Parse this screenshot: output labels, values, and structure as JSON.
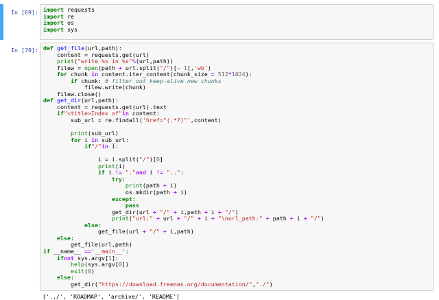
{
  "cells": [
    {
      "prompt": "In [69]:",
      "lines": [
        [
          [
            "kw",
            "import"
          ],
          [
            "",
            "requests"
          ]
        ],
        [
          [
            "kw",
            "import"
          ],
          [
            "",
            "re"
          ]
        ],
        [
          [
            "kw",
            "import"
          ],
          [
            "",
            "os"
          ]
        ],
        [
          [
            "kw",
            "import"
          ],
          [
            "",
            "sys"
          ]
        ]
      ]
    },
    {
      "prompt": "In [70]:",
      "lines": [
        [
          [
            "kw",
            "def"
          ],
          [
            "fn",
            "get_file"
          ],
          [
            "",
            "(url,path):"
          ]
        ],
        [
          [
            "",
            "    content = requests.get(url)"
          ]
        ],
        [
          [
            "",
            "    "
          ],
          [
            "bi",
            "print"
          ],
          [
            "",
            "("
          ],
          [
            "str",
            "\"write %s in %s\""
          ],
          [
            "",
            ""
          ],
          [
            "op",
            "%"
          ],
          [
            "",
            ""
          ],
          [
            "",
            "(url,path))"
          ]
        ],
        [
          [
            "",
            "    filew = "
          ],
          [
            "bi",
            "open"
          ],
          [
            "",
            "(path"
          ],
          [
            "op",
            "+"
          ],
          [
            "",
            "url.split("
          ],
          [
            "str",
            "\"/\""
          ],
          [
            "",
            ")["
          ],
          [
            "op",
            "-"
          ],
          [
            "num",
            "1"
          ],
          [
            "",
            "],"
          ],
          [
            "str",
            "'wb'"
          ],
          [
            "",
            ")"
          ]
        ],
        [
          [
            "",
            "    "
          ],
          [
            "kw",
            "for"
          ],
          [
            "",
            "chunk "
          ],
          [
            "op",
            "in"
          ],
          [
            "",
            "content.iter_content(chunk_size"
          ],
          [
            "op",
            "="
          ],
          [
            "num",
            "512"
          ],
          [
            "",
            ""
          ],
          [
            "op",
            "*"
          ],
          [
            "",
            ""
          ],
          [
            "num",
            "1024"
          ],
          [
            "",
            "):"
          ]
        ],
        [
          [
            "",
            "        "
          ],
          [
            "kw",
            "if"
          ],
          [
            "",
            "chunk: "
          ],
          [
            "cm",
            "# filter out keep-alive new chunks"
          ]
        ],
        [
          [
            "",
            "            filew.write(chunk)"
          ]
        ],
        [
          [
            "",
            "    filew.close()"
          ]
        ],
        [
          [
            "kw",
            "def"
          ],
          [
            "fn",
            "get_dir"
          ],
          [
            "",
            "(url,path):"
          ]
        ],
        [
          [
            "",
            "    content = requests.get(url).text"
          ]
        ],
        [
          [
            "",
            "    "
          ],
          [
            "kw",
            "if"
          ],
          [
            "",
            ""
          ],
          [
            "str",
            "\"<title>Index of\""
          ],
          [
            "",
            ""
          ],
          [
            "op",
            "in"
          ],
          [
            "",
            "content:"
          ]
        ],
        [
          [
            "",
            "        sub_url = re.findall("
          ],
          [
            "str",
            "'href=\"(.*?)\"'"
          ],
          [
            "",
            ",content)"
          ]
        ],
        [
          [
            "",
            ""
          ]
        ],
        [
          [
            "",
            "        "
          ],
          [
            "bi",
            "print"
          ],
          [
            "",
            "(sub_url)"
          ]
        ],
        [
          [
            "",
            "        "
          ],
          [
            "kw",
            "for"
          ],
          [
            "",
            "i "
          ],
          [
            "op",
            "in"
          ],
          [
            "",
            "sub_url:"
          ]
        ],
        [
          [
            "",
            "            "
          ],
          [
            "kw",
            "if"
          ],
          [
            "",
            ""
          ],
          [
            "str",
            "\"/\""
          ],
          [
            "",
            ""
          ],
          [
            "op",
            "in"
          ],
          [
            "",
            "i:"
          ]
        ],
        [
          [
            "",
            ""
          ]
        ],
        [
          [
            "",
            "                i = i.split("
          ],
          [
            "str",
            "\"/\""
          ],
          [
            "",
            ")["
          ],
          [
            "num",
            "0"
          ],
          [
            "",
            "]"
          ]
        ],
        [
          [
            "",
            "                "
          ],
          [
            "bi",
            "print"
          ],
          [
            "",
            "(i)"
          ]
        ],
        [
          [
            "",
            "                "
          ],
          [
            "kw",
            "if"
          ],
          [
            "",
            "i"
          ],
          [
            "op",
            "!="
          ],
          [
            "str",
            "\".\""
          ],
          [
            "",
            ""
          ],
          [
            "op",
            "and"
          ],
          [
            "",
            "i"
          ],
          [
            "op",
            "!="
          ],
          [
            "str",
            "\"..\""
          ],
          [
            "",
            ":"
          ]
        ],
        [
          [
            "",
            "                    "
          ],
          [
            "kw",
            "try"
          ],
          [
            "",
            ":"
          ]
        ],
        [
          [
            "",
            "                        "
          ],
          [
            "bi",
            "print"
          ],
          [
            "",
            "(path"
          ],
          [
            "op",
            "+"
          ],
          [
            "",
            "i)"
          ]
        ],
        [
          [
            "",
            "                        os.mkdir(path"
          ],
          [
            "op",
            "+"
          ],
          [
            "",
            "i)"
          ]
        ],
        [
          [
            "",
            "                    "
          ],
          [
            "kw",
            "except"
          ],
          [
            "",
            ":"
          ]
        ],
        [
          [
            "",
            "                        "
          ],
          [
            "kw",
            "pass"
          ]
        ],
        [
          [
            "",
            "                    get_dir(url"
          ],
          [
            "op",
            "+"
          ],
          [
            "str",
            "\"/\""
          ],
          [
            "op",
            "+"
          ],
          [
            "",
            "i,path"
          ],
          [
            "op",
            "+"
          ],
          [
            "",
            "i"
          ],
          [
            "op",
            "+"
          ],
          [
            "str",
            "\"/\""
          ],
          [
            "",
            ")"
          ]
        ],
        [
          [
            "",
            "                    "
          ],
          [
            "bi",
            "print"
          ],
          [
            "",
            "("
          ],
          [
            "str",
            "\"url:\""
          ],
          [
            "op",
            "+"
          ],
          [
            "",
            "url"
          ],
          [
            "op",
            "+"
          ],
          [
            "str",
            "\"/\""
          ],
          [
            "op",
            "+"
          ],
          [
            "",
            "i"
          ],
          [
            "op",
            "+"
          ],
          [
            "str",
            "\"\\nurl_path:\""
          ],
          [
            "op",
            "+"
          ],
          [
            "",
            "path"
          ],
          [
            "op",
            "+"
          ],
          [
            "",
            "i"
          ],
          [
            "op",
            "+"
          ],
          [
            "str",
            "\"/\""
          ],
          [
            "",
            ")"
          ]
        ],
        [
          [
            "",
            "            "
          ],
          [
            "kw",
            "else"
          ],
          [
            "",
            ":"
          ]
        ],
        [
          [
            "",
            "                get_file(url"
          ],
          [
            "op",
            "+"
          ],
          [
            "str",
            "\"/\""
          ],
          [
            "op",
            "+"
          ],
          [
            "",
            "i,path)"
          ]
        ],
        [
          [
            "",
            "    "
          ],
          [
            "kw",
            "else"
          ],
          [
            "",
            ":"
          ]
        ],
        [
          [
            "",
            "        get_file(url,path)"
          ]
        ],
        [
          [
            "kw",
            "if"
          ],
          [
            "",
            "__name__ "
          ],
          [
            "op",
            "=="
          ],
          [
            "",
            ""
          ],
          [
            "str",
            "'__main__'"
          ],
          [
            "",
            ":"
          ]
        ],
        [
          [
            "",
            "    "
          ],
          [
            "kw",
            "if"
          ],
          [
            "",
            ""
          ],
          [
            "op",
            "not"
          ],
          [
            "",
            "sys.argv["
          ],
          [
            "num",
            "1"
          ],
          [
            "",
            "]:"
          ]
        ],
        [
          [
            "",
            "        "
          ],
          [
            "bi",
            "help"
          ],
          [
            "",
            "(sys.argv["
          ],
          [
            "num",
            "0"
          ],
          [
            "",
            "])"
          ]
        ],
        [
          [
            "",
            "        "
          ],
          [
            "bi",
            "exit"
          ],
          [
            "",
            "("
          ],
          [
            "num",
            "0"
          ],
          [
            "",
            ")"
          ]
        ],
        [
          [
            "",
            "    "
          ],
          [
            "kw",
            "else"
          ],
          [
            "",
            ":"
          ]
        ],
        [
          [
            "",
            "        get_dir("
          ],
          [
            "str",
            "\"https://download.freenas.org/documentation/\""
          ],
          [
            "",
            ","
          ],
          [
            "str",
            "\"./\""
          ],
          [
            "",
            ")"
          ]
        ]
      ]
    }
  ],
  "output_partial": "['../', 'ROADMAP', 'archive/', 'README']"
}
